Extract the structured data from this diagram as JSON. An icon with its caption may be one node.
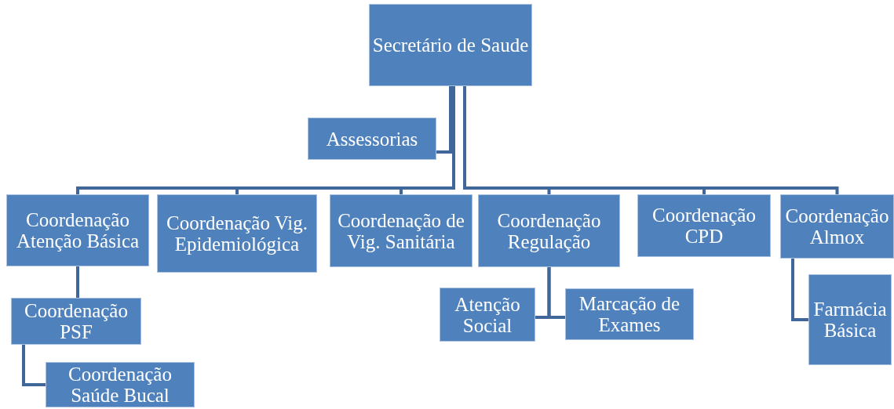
{
  "diagram": {
    "nodes": [
      {
        "text": [
          "Secretário de Saude"
        ]
      },
      {
        "text": [
          "Assessorias"
        ]
      },
      {
        "text": [
          "Coordenação Atenção Básica"
        ]
      },
      {
        "text": [
          "Coordenação Vig. Epidemiológica"
        ]
      },
      {
        "text": [
          "Coordenação de Vig. Sanitária"
        ]
      },
      {
        "text": [
          "Coordenação Regulação"
        ]
      },
      {
        "text": [
          "Coordenação CPD"
        ]
      },
      {
        "text": [
          "Coordenação Almox"
        ]
      },
      {
        "text": [
          "Coordenação PSF"
        ]
      },
      {
        "text": [
          "Coordenação Saúde Bucal"
        ]
      },
      {
        "text": [
          "Atenção Social"
        ]
      },
      {
        "text": [
          "Marcação de Exames"
        ]
      },
      {
        "text": [
          "Farmácia Básica"
        ]
      }
    ],
    "edges": [
      {
        "from": 0,
        "to": 1,
        "arrow": "none"
      },
      {
        "from": 0,
        "to": 2,
        "arrow": "none"
      },
      {
        "from": 0,
        "to": 3,
        "arrow": "none"
      },
      {
        "from": 0,
        "to": 4,
        "arrow": "none"
      },
      {
        "from": 0,
        "to": 5,
        "arrow": "none"
      },
      {
        "from": 0,
        "to": 6,
        "arrow": "none"
      },
      {
        "from": 0,
        "to": 7,
        "arrow": "none"
      },
      {
        "from": 2,
        "to": 8,
        "arrow": "none"
      },
      {
        "from": 8,
        "to": 9,
        "arrow": "none"
      },
      {
        "from": 5,
        "to": 10,
        "arrow": "none"
      },
      {
        "from": 5,
        "to": 11,
        "arrow": "none"
      },
      {
        "from": 7,
        "to": 12,
        "arrow": "none"
      }
    ]
  }
}
